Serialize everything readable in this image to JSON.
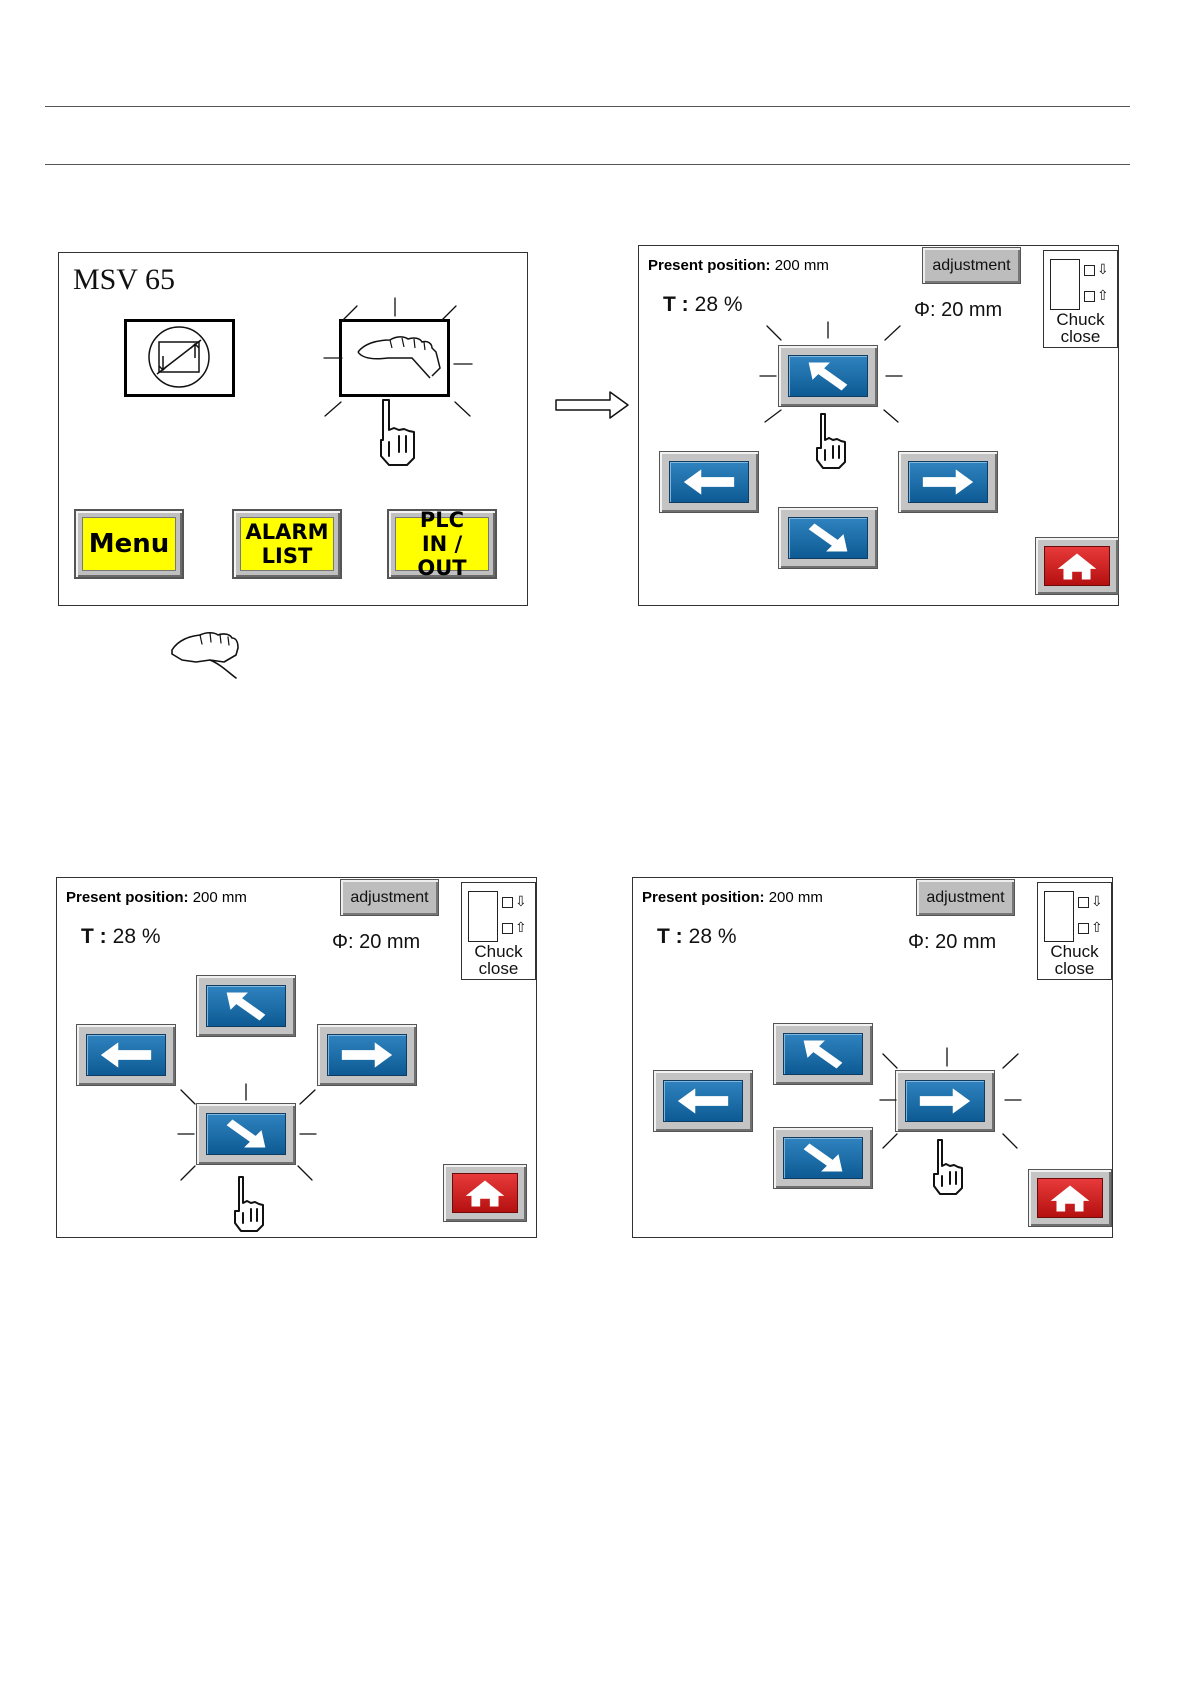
{
  "main_menu": {
    "title": "MSV 65",
    "icons": [
      "manual-cycle-icon",
      "manual-hand-icon"
    ],
    "buttons": {
      "menu": "Menu",
      "alarm": [
        "ALARM",
        "LIST"
      ],
      "plc": [
        "PLC",
        "IN / OUT"
      ]
    }
  },
  "manual_screen": {
    "position_label": "Present position:",
    "position_value": "200 mm",
    "adjustment": "adjustment",
    "chuck": [
      "Chuck",
      "close"
    ],
    "t_label": "T :",
    "t_value": "28 %",
    "phi_value": "Φ: 20 mm",
    "icons": [
      "arrow-up-left-icon",
      "arrow-left-icon",
      "arrow-right-icon",
      "arrow-down-right-icon",
      "home-icon",
      "pointing-hand-icon"
    ]
  },
  "colors": {
    "yellow_button": "#ffff00",
    "arrow_button": "#1a6ea8",
    "home_button": "#d42020"
  }
}
